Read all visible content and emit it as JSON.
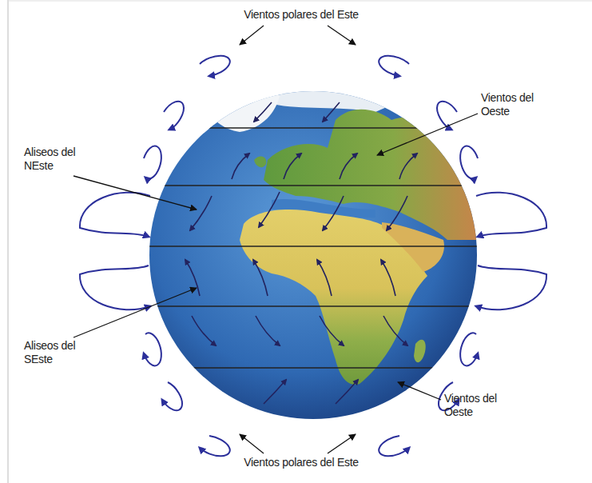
{
  "diagram": {
    "labels": [
      "Vientos polares del Este",
      "Vientos del Oeste",
      "Aliseos del NEste",
      "Aliseos del SEste",
      "Vientos del Oeste",
      "Vientos polares del Este"
    ]
  }
}
